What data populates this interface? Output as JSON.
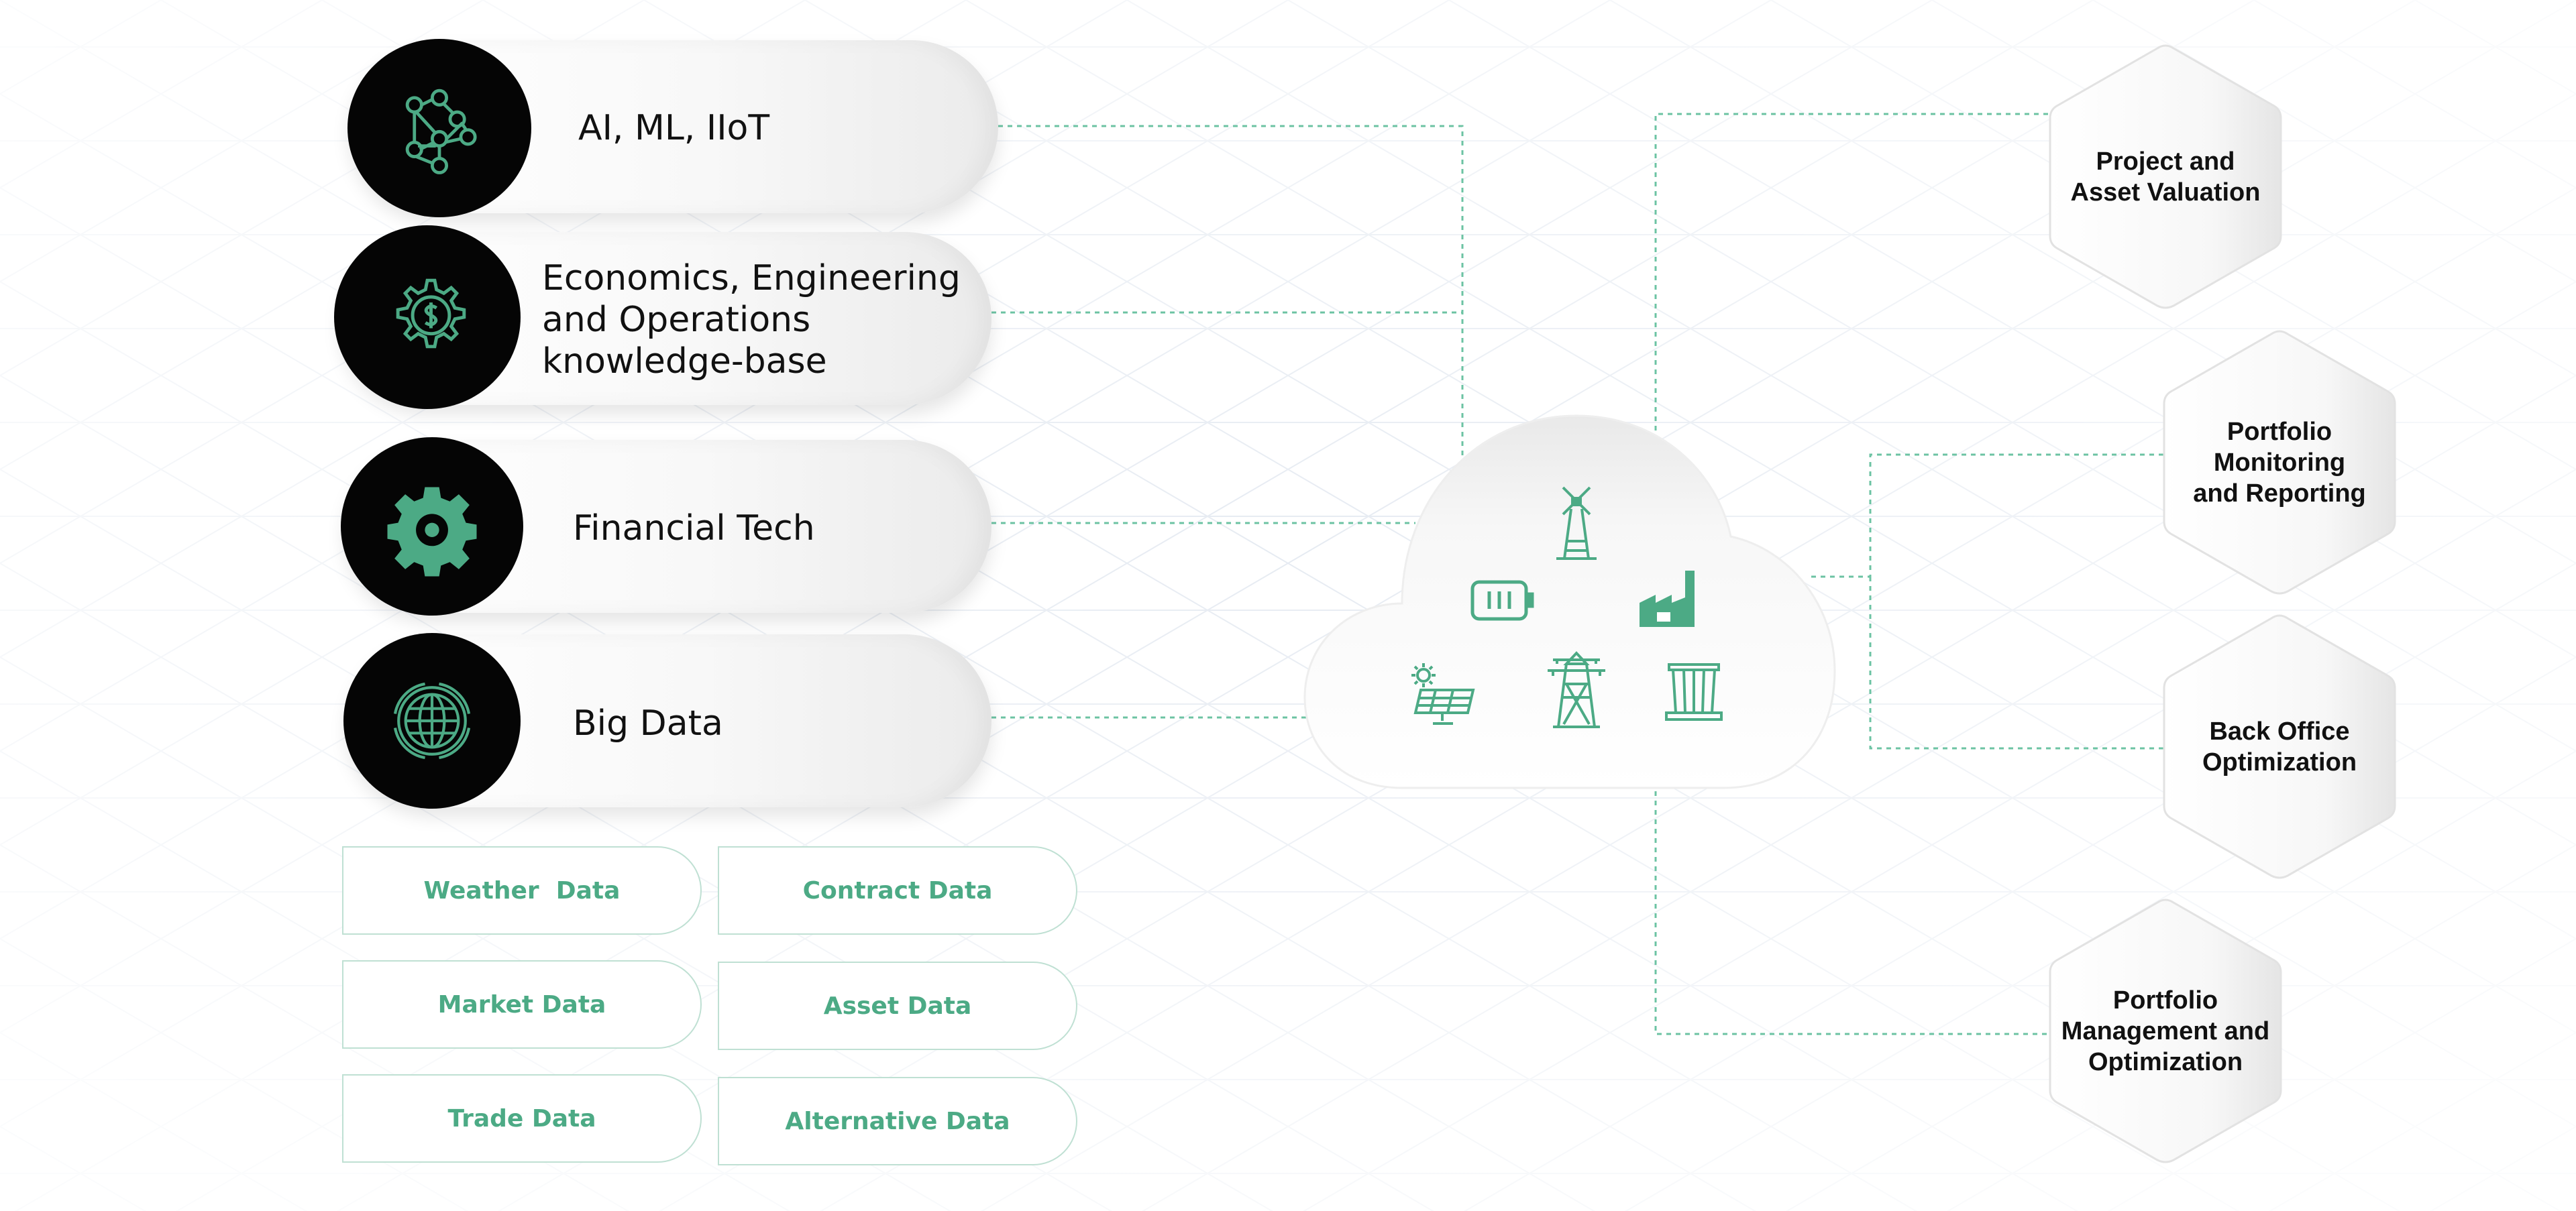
{
  "colors": {
    "accent": "#4caa85",
    "circle": "#050505",
    "line": "#6cc3a3"
  },
  "capabilities": [
    {
      "label": "AI, ML, IIoT",
      "icon": "neural-network-icon"
    },
    {
      "label": "Economics, Engineering\nand Operations\nknowledge-base",
      "icon": "dollar-gear-icon"
    },
    {
      "label": "Financial Tech",
      "icon": "gear-icon"
    },
    {
      "label": "Big Data",
      "icon": "globe-radar-icon"
    }
  ],
  "data_sources": [
    "Weather  Data",
    "Contract Data",
    "Market Data",
    "Asset Data",
    "Trade Data",
    "Alternative Data"
  ],
  "cloud_icons": [
    "windmill-icon",
    "battery-icon",
    "factory-icon",
    "solar-panel-icon",
    "transmission-tower-icon",
    "hydro-dam-icon"
  ],
  "outcomes": [
    "Project and\nAsset Valuation",
    "Portfolio\nMonitoring\nand Reporting",
    "Back Office\nOptimization",
    "Portfolio\nManagement and\nOptimization"
  ]
}
